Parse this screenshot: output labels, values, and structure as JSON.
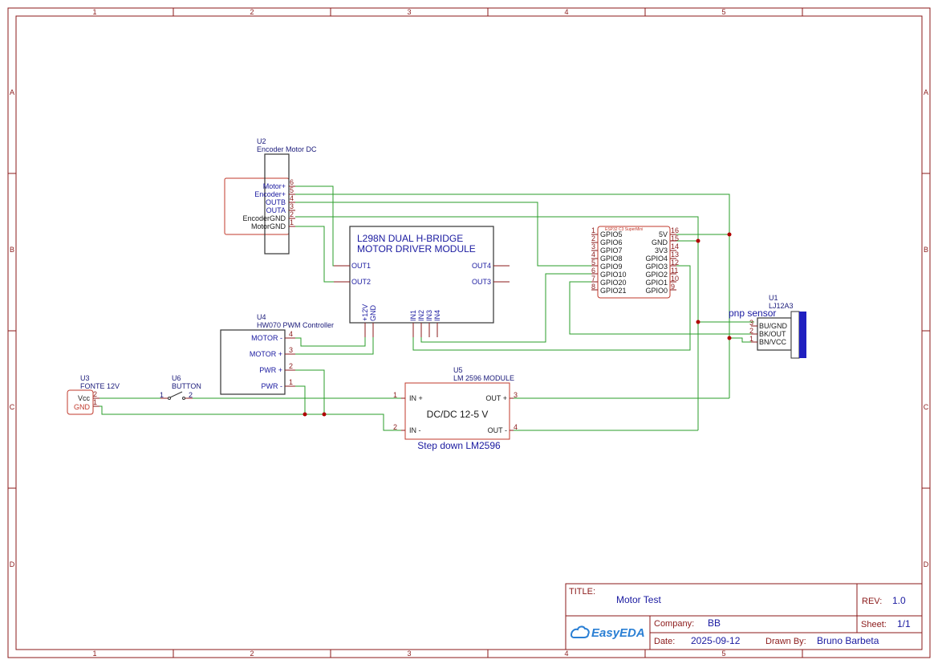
{
  "frame": {
    "col_labels": [
      "1",
      "2",
      "3",
      "4",
      "5"
    ],
    "row_labels": [
      "A",
      "B",
      "C",
      "D"
    ]
  },
  "components": {
    "u2": {
      "ref": "U2",
      "name": "Encoder Motor DC",
      "pins": [
        {
          "num": "6",
          "name": "Motor+"
        },
        {
          "num": "5",
          "name": "Encoder+"
        },
        {
          "num": "4",
          "name": "OUTB"
        },
        {
          "num": "3",
          "name": "OUTA"
        },
        {
          "num": "2",
          "name": "EncoderGND"
        },
        {
          "num": "1",
          "name": "MotorGND"
        }
      ]
    },
    "l298n": {
      "title1": "L298N DUAL H-BRIDGE",
      "title2": "MOTOR DRIVER MODULE",
      "out1": "OUT1",
      "out2": "OUT2",
      "out3": "OUT3",
      "out4": "OUT4",
      "p12v": "+12V",
      "gnd": "GND",
      "in1": "IN1",
      "in2": "IN2",
      "in3": "IN3",
      "in4": "IN4"
    },
    "esp": {
      "label": "ESP32 C3 SuperMini",
      "left_pins": [
        {
          "num": "1",
          "name": "GPIO5"
        },
        {
          "num": "2",
          "name": "GPIO6"
        },
        {
          "num": "3",
          "name": "GPIO7"
        },
        {
          "num": "4",
          "name": "GPIO8"
        },
        {
          "num": "5",
          "name": "GPIO9"
        },
        {
          "num": "6",
          "name": "GPIO10"
        },
        {
          "num": "7",
          "name": "GPIO20"
        },
        {
          "num": "8",
          "name": "GPIO21"
        }
      ],
      "right_pins": [
        {
          "num": "16",
          "name": "5V"
        },
        {
          "num": "15",
          "name": "GND"
        },
        {
          "num": "14",
          "name": "3V3"
        },
        {
          "num": "13",
          "name": "GPIO4"
        },
        {
          "num": "12",
          "name": "GPIO3"
        },
        {
          "num": "11",
          "name": "GPIO2"
        },
        {
          "num": "10",
          "name": "GPIO1"
        },
        {
          "num": "9",
          "name": "GPIO0"
        }
      ]
    },
    "u1": {
      "ref": "U1",
      "name": "LJ12A3",
      "label": "pnp sensor",
      "pins": [
        {
          "num": "3",
          "name": "BU/GND"
        },
        {
          "num": "2",
          "name": "BK/OUT"
        },
        {
          "num": "1",
          "name": "BN/VCC"
        }
      ]
    },
    "u4": {
      "ref": "U4",
      "name": "HW070 PWM Controller",
      "pins": [
        {
          "num": "4",
          "name": "MOTOR -"
        },
        {
          "num": "3",
          "name": "MOTOR +"
        },
        {
          "num": "2",
          "name": "PWR +"
        },
        {
          "num": "1",
          "name": "PWR -"
        }
      ]
    },
    "u3": {
      "ref": "U3",
      "name": "FONTE 12V",
      "pins": [
        {
          "num": "2",
          "name": "Vcc"
        },
        {
          "num": "1",
          "name": "GND"
        }
      ]
    },
    "u6": {
      "ref": "U6",
      "name": "BUTTON",
      "pin1": "1",
      "pin2": "2"
    },
    "u5": {
      "ref": "U5",
      "name": "LM 2596 MODULE",
      "center": "DC/DC 12-5 V",
      "caption": "Step down LM2596",
      "pins": [
        {
          "num": "1",
          "name": "IN +"
        },
        {
          "num": "2",
          "name": "IN -"
        },
        {
          "num": "3",
          "name": "OUT +"
        },
        {
          "num": "4",
          "name": "OUT -"
        }
      ]
    }
  },
  "title_block": {
    "title_label": "TITLE:",
    "title": "Motor Test",
    "rev_label": "REV:",
    "rev": "1.0",
    "company_label": "Company:",
    "company": "BB",
    "sheet_label": "Sheet:",
    "sheet": "1/1",
    "date_label": "Date:",
    "date": "2025-09-12",
    "drawn_label": "Drawn By:",
    "drawn_by": "Bruno Barbeta",
    "logo": "EasyEDA"
  },
  "colors": {
    "frame": "#8b1a1a",
    "wire": "#2a9d2a",
    "pin_name": "#1a1aa0",
    "component_outline": "#c0392b",
    "junction": "#b00000",
    "sensor_body": "#1f1fc0"
  }
}
